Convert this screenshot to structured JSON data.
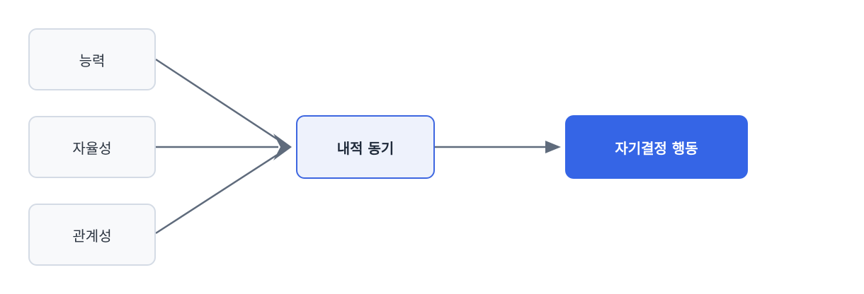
{
  "diagram": {
    "inputs": [
      {
        "id": "competence",
        "label": "능력"
      },
      {
        "id": "autonomy",
        "label": "자율성"
      },
      {
        "id": "relatedness",
        "label": "관계성"
      }
    ],
    "intermediate": {
      "label": "내적 동기"
    },
    "outcome": {
      "label": "자기결정 행동"
    },
    "colors": {
      "edge": "#5f6b7c",
      "input_fill": "#f8f9fb",
      "input_border": "#d4dbe5",
      "intermediate_fill": "#eef2fc",
      "intermediate_border": "#3d66e0",
      "outcome_fill": "#3565e6",
      "outcome_text": "#ffffff"
    }
  }
}
